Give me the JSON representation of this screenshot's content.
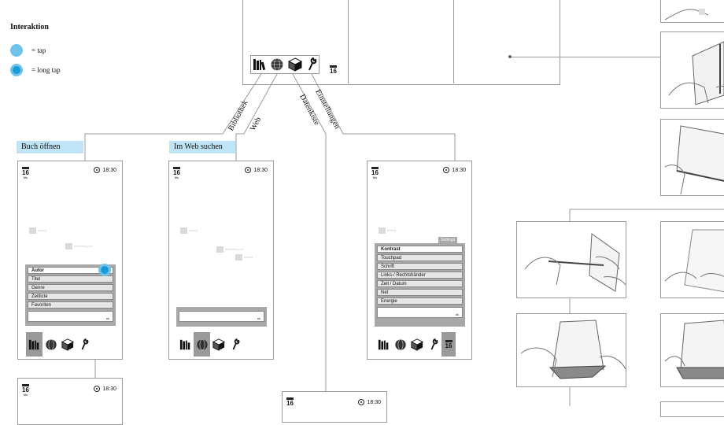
{
  "legend": {
    "title": "Interaktion",
    "items": [
      {
        "label": "= tap",
        "color": "#6fc3ea"
      },
      {
        "label": "= long tap",
        "color": "#1b9ad9"
      }
    ]
  },
  "branches": [
    "Bibliothek",
    "Web",
    "Datenkiste",
    "Einstellungen"
  ],
  "captions": {
    "open_book": "Buch öffnen",
    "web_search": "Im Web suchen"
  },
  "status": {
    "cal_day": "16",
    "time": "18:30"
  },
  "book_menu": [
    "Autor",
    "Titel",
    "Genre",
    "Zeitlicte",
    "Favoriten"
  ],
  "settings_menu": [
    "Kontrast",
    "Touchpad",
    "Schrift",
    "Links-/ Rechtshänder",
    "Zeit / Datum",
    "Net",
    "Energie"
  ],
  "settings_tag": "Settings",
  "search_hint": "ok",
  "ghost_items": [
    "dvaeg",
    "friedrichs.pdf",
    "dokument",
    "mcpdf"
  ],
  "accent_colors": {
    "caption_bg": "#bfe4f6",
    "tap": "#6fc3ea",
    "long_tap": "#1b9ad9",
    "active_tab": "#9a9a9a"
  }
}
